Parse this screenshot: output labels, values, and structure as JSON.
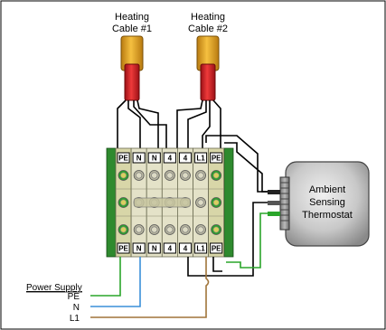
{
  "cables": [
    {
      "line1": "Heating",
      "line2": "Cable #1"
    },
    {
      "line1": "Heating",
      "line2": "Cable #2"
    }
  ],
  "thermostat": {
    "line1": "Ambient",
    "line2": "Sensing",
    "line3": "Thermostat"
  },
  "power_supply": {
    "title": "Power Supply",
    "pe": "PE",
    "n": "N",
    "l1": "L1"
  },
  "terminals": [
    "PE",
    "N",
    "N",
    "4",
    "4",
    "L1",
    "PE"
  ],
  "colors": {
    "earth": "#2aa52a",
    "neutral": "#3a8fd8",
    "live": "#a0743a",
    "cable_red": "#d8232a",
    "cable_gold": "#e6a21c",
    "block_beige": "#e4e2c8",
    "block_green": "#2e8a2e"
  }
}
